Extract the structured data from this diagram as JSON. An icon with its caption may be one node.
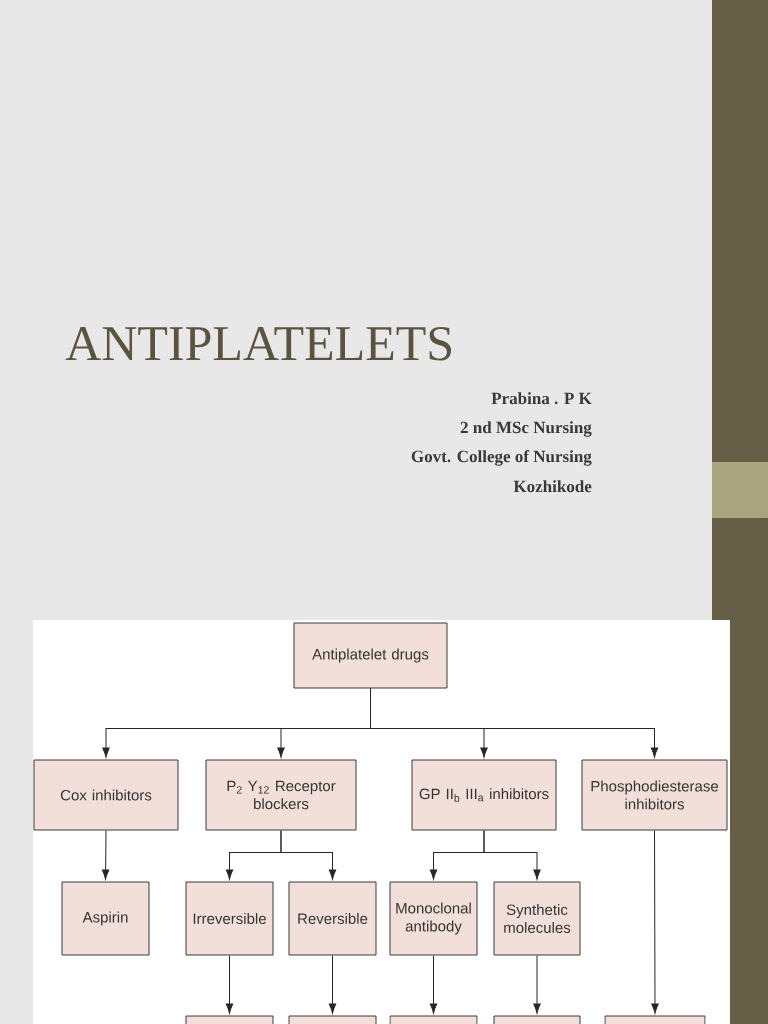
{
  "diagram": {
    "title": "ANTIPLATELETS",
    "nodes": [
      {
        "text": [
          "Antiplatelet drugs"
        ]
      },
      {
        "text": [
          "Cox inhibitors"
        ]
      },
      {
        "text": [
          "P$_{2}$ Y$_{12}$ Receptor blockers"
        ]
      },
      {
        "text": [
          "GP II$_{b}$ III$_{a}$ inhibitors"
        ]
      },
      {
        "text": [
          "Phosphodiesterase inhibitors"
        ]
      },
      {
        "text": [
          "Aspirin"
        ]
      },
      {
        "text": [
          "Irreversible"
        ]
      },
      {
        "text": [
          "Reversible"
        ]
      },
      {
        "text": [
          "Monoclonal antibody"
        ]
      },
      {
        "text": [
          "Synthetic molecules"
        ]
      },
      {
        "text": [],
        "shape": "box"
      },
      {
        "text": [],
        "shape": "box"
      },
      {
        "text": [],
        "shape": "box"
      },
      {
        "text": [],
        "shape": "box"
      },
      {
        "text": [],
        "shape": "box"
      }
    ],
    "edges": [
      {
        "from": 0,
        "to": 1,
        "arrow": "to"
      },
      {
        "from": 0,
        "to": 2,
        "arrow": "to"
      },
      {
        "from": 0,
        "to": 3,
        "arrow": "to"
      },
      {
        "from": 0,
        "to": 4,
        "arrow": "to"
      },
      {
        "from": 1,
        "to": 5,
        "arrow": "to"
      },
      {
        "from": 2,
        "to": 6,
        "arrow": "to"
      },
      {
        "from": 2,
        "to": 7,
        "arrow": "to"
      },
      {
        "from": 3,
        "to": 8,
        "arrow": "to"
      },
      {
        "from": 3,
        "to": 9,
        "arrow": "to"
      },
      {
        "from": 6,
        "to": 10,
        "arrow": "to"
      },
      {
        "from": 7,
        "to": 11,
        "arrow": "to"
      },
      {
        "from": 8,
        "to": 12,
        "arrow": "to"
      },
      {
        "from": 9,
        "to": 13,
        "arrow": "to"
      },
      {
        "from": 4,
        "to": 14,
        "arrow": "to"
      }
    ],
    "labels": [
      "Prabina . P K",
      "2 nd MSc Nursing",
      "Govt. College of Nursing",
      "Kozhikode"
    ]
  }
}
